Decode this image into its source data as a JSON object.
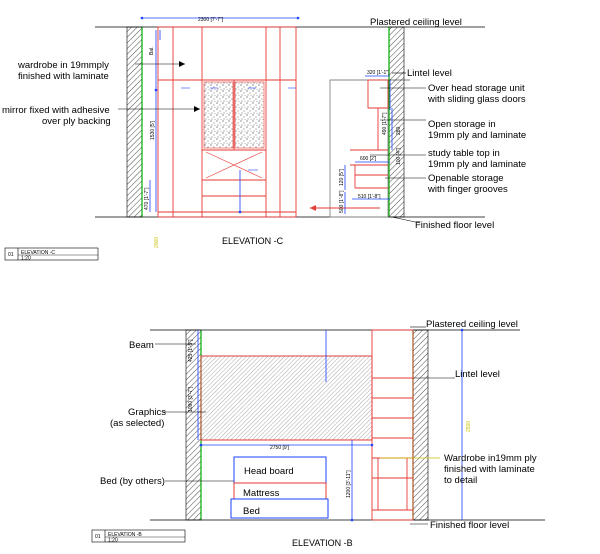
{
  "elevation_c": {
    "title": "ELEVATION -C",
    "stamp": {
      "num": "01",
      "name": "ELEVATION -C",
      "scale": "1:20"
    },
    "labels": {
      "wardrobe_1": "wardrobe in 19mmply",
      "wardrobe_2": "finished with laminate",
      "mirror_1": "mirror fixed with adhesive",
      "mirror_2": "over ply backing",
      "ceiling": "Plastered ceiling level",
      "lintel": "Lintel level",
      "overhead_1": "Over head storage unit",
      "overhead_2": "with sliding glass doors",
      "open_1": "Open storage in",
      "open_2": "19mm ply and laminate",
      "study_1": "study table top in",
      "study_2": "19mm ply and laminate",
      "openable_1": "Openable storage",
      "openable_2": "with finger grooves",
      "floor": "Finished floor level",
      "bal": "Bal."
    },
    "dims": {
      "width": "2300 [7'-7\"]",
      "height": "1530 [5']",
      "low": "470 [1'-7\"]",
      "d320": "320 [1'-1\"]",
      "d490": "490 [1'-7\"]",
      "d600": "600 [2']",
      "d120": "120 [5\"]",
      "d500": "500 [1'-8\"]",
      "d510": "510 [1'-8\"]",
      "d280": "280",
      "d100": "100 [4\"]",
      "yl": "2000"
    }
  },
  "elevation_b": {
    "title": "ELEVATION -B",
    "stamp": {
      "num": "01",
      "name": "ELEVATION -B",
      "scale": "1:20"
    },
    "labels": {
      "beam": "Beam",
      "graphics_1": "Graphics",
      "graphics_2": "(as selected)",
      "bed": "Bed (by others)",
      "headboard": "Head board",
      "mattress": "Mattress",
      "bedbox": "Bed",
      "ceiling": "Plastered ceiling level",
      "lintel": "Lintel level",
      "wardrobe_1": "Wardrobe in19mm ply",
      "wardrobe_2": "finished with laminate",
      "wardrobe_3": "to detail",
      "floor": "Finished floor level"
    },
    "dims": {
      "beam": "425 [1'-5\"]",
      "graphic": "1090 [3'-7\"]",
      "width": "2750 [9']",
      "bedh": "1200 [3'-11\"]",
      "yl": "2500"
    }
  }
}
